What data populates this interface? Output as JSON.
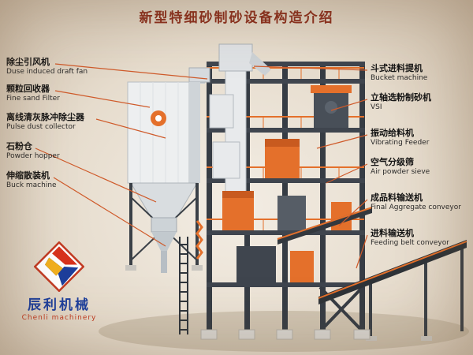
{
  "page": {
    "title": "新型特细砂制砂设备构造介绍"
  },
  "labels": {
    "left": [
      {
        "zh": "除尘引风机",
        "en": "Duse induced draft fan"
      },
      {
        "zh": "颗粒回收器",
        "en": "Fine sand Filter"
      },
      {
        "zh": "离线清灰脉冲除尘器",
        "en": "Pulse dust collector"
      },
      {
        "zh": "石粉仓",
        "en": "Powder hopper"
      },
      {
        "zh": "伸缩散装机",
        "en": "Buck machine"
      }
    ],
    "right": [
      {
        "zh": "斗式进料提机",
        "en": "Bucket machine"
      },
      {
        "zh": "立轴选粉制砂机",
        "en": "VSI"
      },
      {
        "zh": "振动给料机",
        "en": "Vibrating Feeder"
      },
      {
        "zh": "空气分级筛",
        "en": "Air powder sieve"
      },
      {
        "zh": "成品料输送机",
        "en": "Final Aggregate conveyor"
      },
      {
        "zh": "进料输送机",
        "en": "Feeding belt conveyor"
      }
    ]
  },
  "logo": {
    "zh": "辰利机械",
    "en": "Chenli machinery"
  },
  "colors": {
    "accent_orange": "#e4702b",
    "title_red": "#8b2e1c",
    "frame_steel": "#3b4149",
    "logo_blue": "#1c3e9c",
    "logo_red": "#c0391f",
    "background": "#e6dccd"
  }
}
